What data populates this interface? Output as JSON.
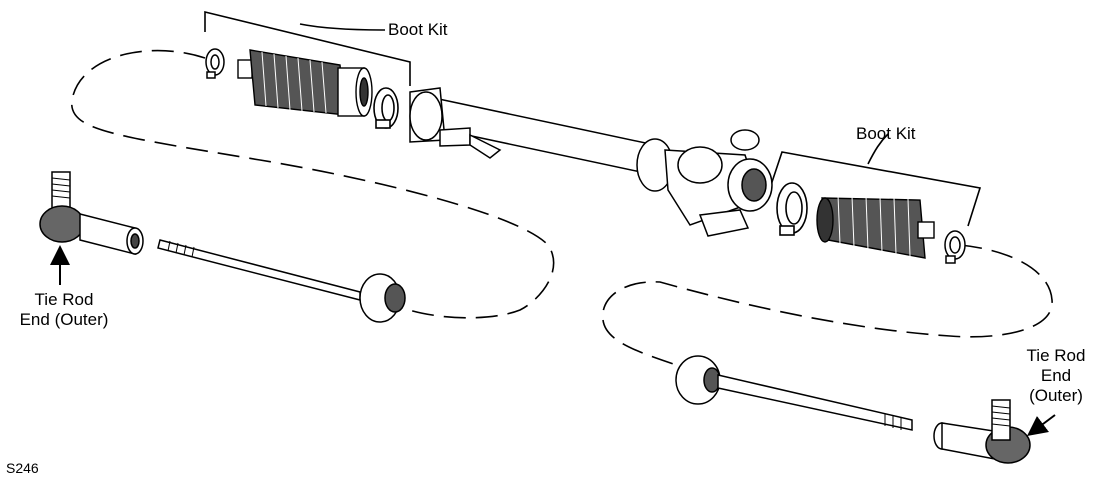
{
  "labels": {
    "boot_kit_left": "Boot Kit",
    "boot_kit_right": "Boot Kit",
    "tie_rod_left": [
      "Tie Rod",
      "End (Outer)"
    ],
    "tie_rod_right": [
      "Tie Rod",
      "End",
      "(Outer)"
    ],
    "figure_code": "S246"
  }
}
